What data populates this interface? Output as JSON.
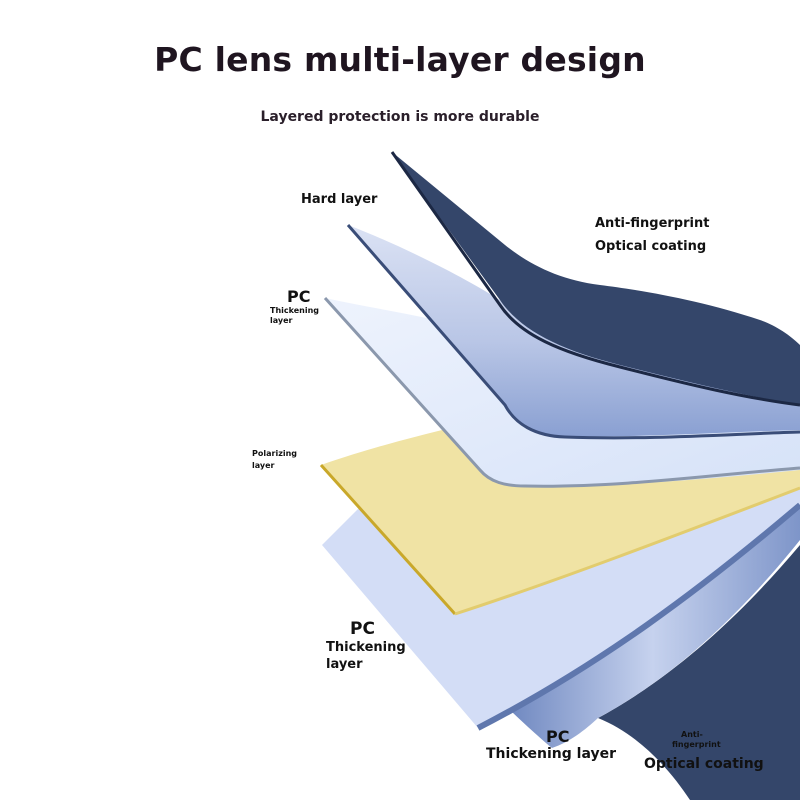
{
  "header": {
    "title": "PC lens multi-layer design",
    "subtitle": "Layered protection is more durable"
  },
  "labels": {
    "hard_layer": "Hard layer",
    "anti_fingerprint": "Anti-fingerprint",
    "optical_coating": "Optical coating",
    "pc_top": "PC",
    "pc_top_thickening": "Thickening",
    "pc_top_layer": "layer",
    "polarizing": "Polarizing",
    "polarizing_layer": "layer",
    "pc_mid": "PC",
    "pc_mid_thickening": "Thickening",
    "pc_mid_layer": "layer",
    "pc_bottom": "PC",
    "pc_bottom_thickening": "Thickening layer",
    "af_bottom_1": "Anti-",
    "af_bottom_2": "fingerprint",
    "af_bottom_3": "Optical coating"
  },
  "colors": {
    "anti_fingerprint_layer": "#34466a",
    "hard_layer": "#c6d0ea",
    "pc_layer": "#dde8fb",
    "polarizing_layer": "#f0e3a4",
    "polarizing_edge": "#c9a82a",
    "pc_lower_layer": "#d3ddf6"
  }
}
